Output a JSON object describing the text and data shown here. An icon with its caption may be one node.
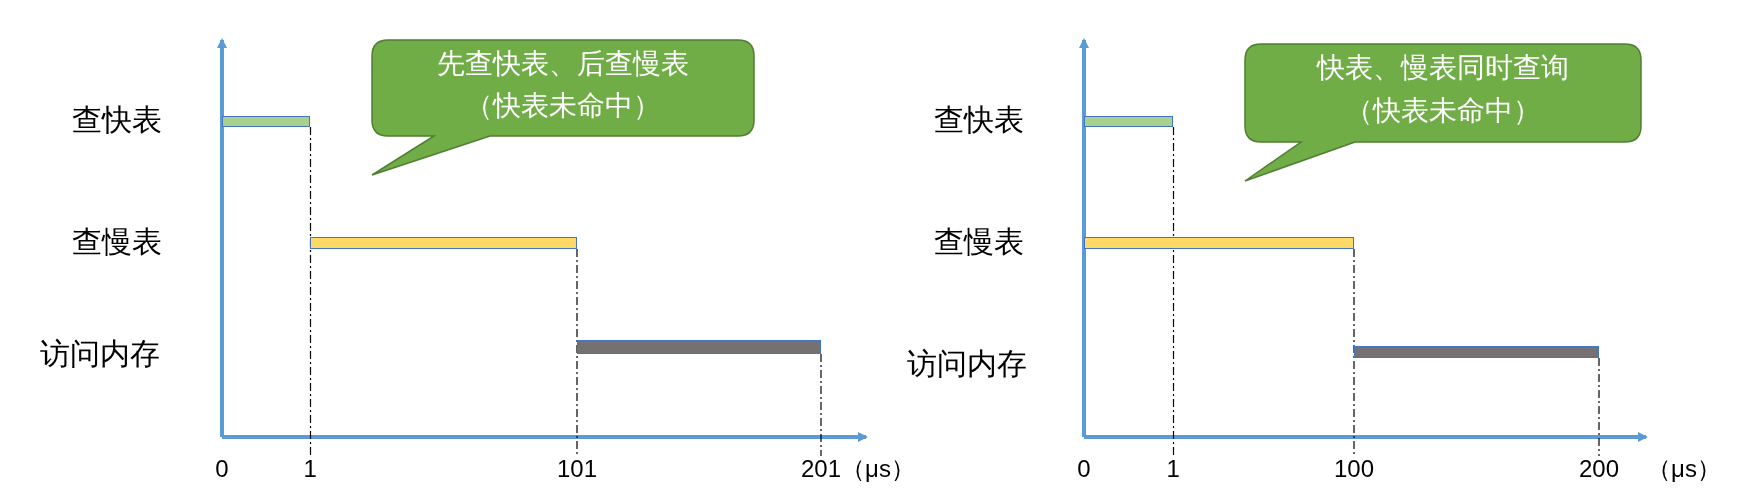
{
  "diagram": {
    "nodes": [
      {
        "text": [
          "先查快表、后查慢表",
          "（快表未命中）"
        ]
      },
      {
        "text": [
          "快表、慢表同时查询",
          "（快表未命中）"
        ]
      },
      {
        "text": [],
        "shape": "bar"
      },
      {
        "text": [],
        "shape": "bar"
      },
      {
        "text": [],
        "shape": "bar"
      },
      {
        "text": [],
        "shape": "bar"
      },
      {
        "text": [],
        "shape": "bar"
      },
      {
        "text": [],
        "shape": "bar"
      },
      {
        "text": [
          "1"
        ]
      },
      {
        "text": [
          "101"
        ]
      },
      {
        "text": [
          "201"
        ]
      },
      {
        "text": [
          "1"
        ]
      },
      {
        "text": [
          "100"
        ]
      },
      {
        "text": [
          "200"
        ]
      }
    ],
    "edges": [
      {
        "from": 2,
        "to": 8,
        "arrow": "none",
        "style": "dashed"
      },
      {
        "from": 3,
        "to": 9,
        "arrow": "none",
        "style": "dashed"
      },
      {
        "from": 4,
        "to": 10,
        "arrow": "none",
        "style": "dashed"
      },
      {
        "from": 5,
        "to": 11,
        "arrow": "none",
        "style": "dashed"
      },
      {
        "from": 6,
        "to": 12,
        "arrow": "none",
        "style": "dashed"
      },
      {
        "from": 7,
        "to": 13,
        "arrow": "none",
        "style": "dashed"
      }
    ],
    "labels": [
      "查快表",
      "查慢表",
      "访问内存",
      "0",
      "（μs）",
      "查快表",
      "查慢表",
      "访问内存",
      "0",
      "（μs）"
    ]
  }
}
